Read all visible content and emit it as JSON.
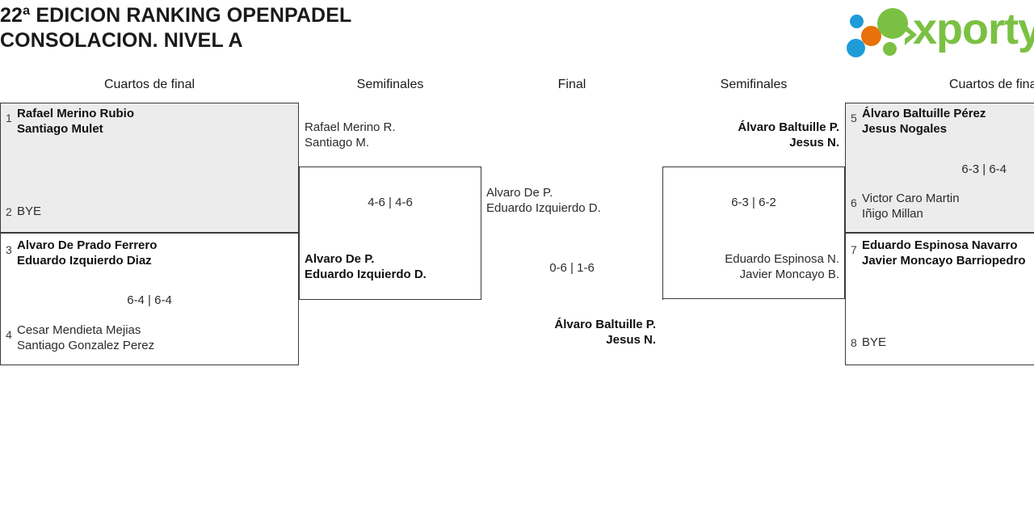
{
  "header": {
    "title_line1": "22ª EDICION RANKING OPENPADEL",
    "title_line2": "CONSOLACION. NIVEL A"
  },
  "logo": {
    "wordmark": "xporty",
    "colors": {
      "green": "#7ac143",
      "blue": "#1f9bd8",
      "orange": "#e8710a"
    }
  },
  "rounds": {
    "qf_left": "Cuartos de final",
    "sf_left": "Semifinales",
    "final": "Final",
    "sf_right": "Semifinales",
    "qf_right": "Cuartos de final"
  },
  "bracket": {
    "qf1": {
      "top": {
        "seed": "1",
        "player1": "Rafael Merino Rubio",
        "player2": "Santiago Mulet",
        "winner": true
      },
      "bottom": {
        "seed": "2",
        "player1": "BYE",
        "player2": "",
        "winner": false
      },
      "score": ""
    },
    "qf2": {
      "top": {
        "seed": "3",
        "player1": "Alvaro De Prado Ferrero",
        "player2": "Eduardo Izquierdo Diaz",
        "winner": true
      },
      "bottom": {
        "seed": "4",
        "player1": "Cesar Mendieta Mejias",
        "player2": "Santiago Gonzalez Perez",
        "winner": false
      },
      "score": "6-4 | 6-4"
    },
    "qf3": {
      "top": {
        "seed": "5",
        "player1": "Álvaro Baltuille Pérez",
        "player2": "Jesus Nogales",
        "winner": true
      },
      "bottom": {
        "seed": "6",
        "player1": "Victor Caro Martin",
        "player2": "Iñigo Millan",
        "winner": false
      },
      "score": "6-3 | 6-4"
    },
    "qf4": {
      "top": {
        "seed": "7",
        "player1": "Eduardo Espinosa Navarro",
        "player2": "Javier Moncayo Barriopedro",
        "winner": true
      },
      "bottom": {
        "seed": "8",
        "player1": "BYE",
        "player2": "",
        "winner": false
      },
      "score": ""
    },
    "sf_left": {
      "top": {
        "player1": "Rafael Merino R.",
        "player2": "Santiago M.",
        "winner": false
      },
      "bottom": {
        "player1": "Alvaro De P.",
        "player2": "Eduardo Izquierdo D.",
        "winner": true
      },
      "score": "4-6 | 4-6"
    },
    "sf_right": {
      "top": {
        "player1": "Álvaro Baltuille P.",
        "player2": "Jesus N.",
        "winner": true
      },
      "bottom": {
        "player1": "Eduardo Espinosa N.",
        "player2": "Javier Moncayo B.",
        "winner": false
      },
      "score": "6-3 | 6-2"
    },
    "final": {
      "top": {
        "player1": "Alvaro De P.",
        "player2": "Eduardo Izquierdo D.",
        "winner": false
      },
      "bottom": {
        "player1": "Álvaro Baltuille P.",
        "player2": "Jesus N.",
        "winner": true
      },
      "score": "0-6 | 1-6"
    }
  }
}
